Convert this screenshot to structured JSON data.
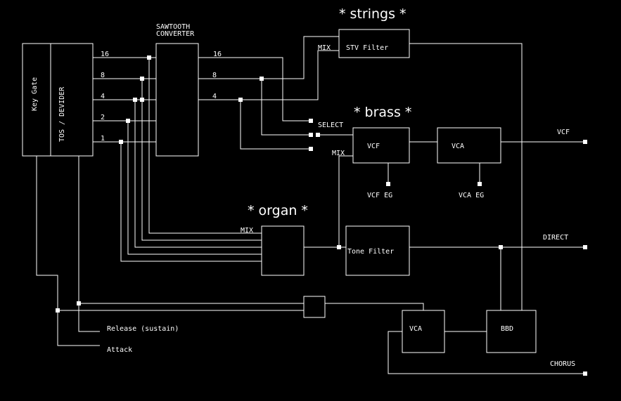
{
  "diagram": {
    "title": "String / Brass / Organ voice signal flow",
    "sections": {
      "strings": "* strings *",
      "brass": "* brass *",
      "organ": "* organ *"
    },
    "blocks": {
      "key_gate": "Key Gate",
      "tos_divider": "TOS / DEVIDER",
      "sawtooth_converter_line1": "SAWTOOTH",
      "sawtooth_converter_line2": "CONVERTER",
      "stv_filter": "STV Filter",
      "brass_vcf": "VCF",
      "brass_vca": "VCA",
      "tone_filter": "Tone Filter",
      "chorus_vca": "VCA",
      "bbd": "BBD"
    },
    "divider_outputs": [
      "16",
      "8",
      "4",
      "2",
      "1"
    ],
    "converter_outputs": [
      "16",
      "8",
      "4"
    ],
    "labels": {
      "strings_mix": "MIX",
      "brass_select": "SELECT",
      "brass_mix": "MIX",
      "organ_mix": "MIX",
      "vcf_eg": "VCF EG",
      "vca_eg": "VCA EG",
      "release": "Release (sustain)",
      "attack": "Attack"
    },
    "outputs": {
      "vcf": "VCF",
      "direct": "DIRECT",
      "chorus": "CHORUS"
    }
  }
}
